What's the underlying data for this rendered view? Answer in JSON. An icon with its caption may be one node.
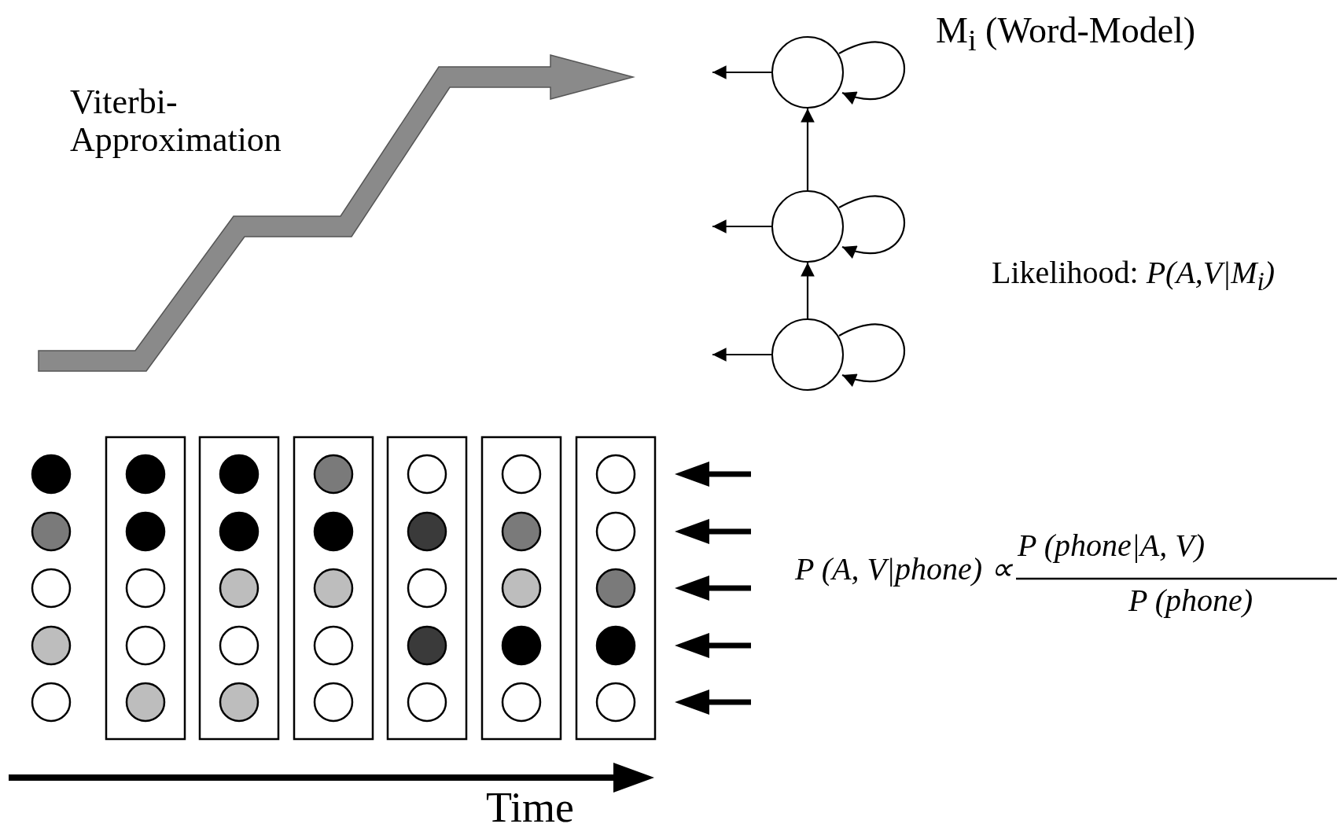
{
  "diagram": {
    "nodes": [
      {
        "text": [],
        "shape": "circle"
      },
      {
        "text": [],
        "shape": "circle"
      },
      {
        "text": [],
        "shape": "circle"
      }
    ],
    "edges": [
      {
        "from": 0,
        "to": 0,
        "arrow": "to"
      },
      {
        "from": 0,
        "to": null,
        "arrow": "to"
      },
      {
        "from": 1,
        "to": 0,
        "arrow": "to"
      },
      {
        "from": 1,
        "to": 1,
        "arrow": "to"
      },
      {
        "from": 1,
        "to": null,
        "arrow": "to"
      },
      {
        "from": 2,
        "to": 1,
        "arrow": "to"
      },
      {
        "from": 2,
        "to": 2,
        "arrow": "to"
      },
      {
        "from": 2,
        "to": null,
        "arrow": "to"
      }
    ],
    "labels": [
      "M$_{i}$ (Word-Model)",
      "Viterbi- Approximation",
      "Likelihood: *P(A,V|M$_{i}$)*",
      "P (A, V|phone) ∝",
      "P (phone|A, V)",
      "P (phone)",
      "Time"
    ]
  }
}
